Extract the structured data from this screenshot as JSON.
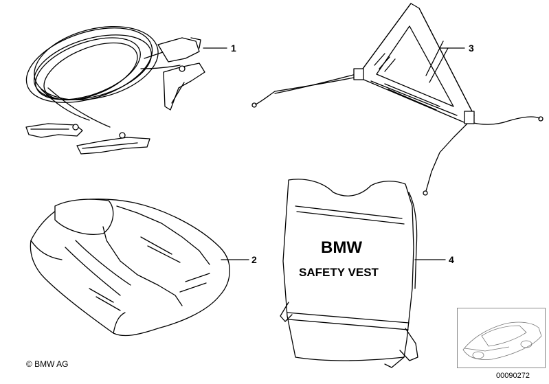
{
  "callouts": [
    {
      "number": "1"
    },
    {
      "number": "2"
    },
    {
      "number": "3"
    },
    {
      "number": "4"
    }
  ],
  "vest": {
    "brand": "BMW",
    "label": "SAFETY VEST"
  },
  "footer": {
    "copyright": "© BMW AG",
    "diagram_id": "00090272"
  }
}
